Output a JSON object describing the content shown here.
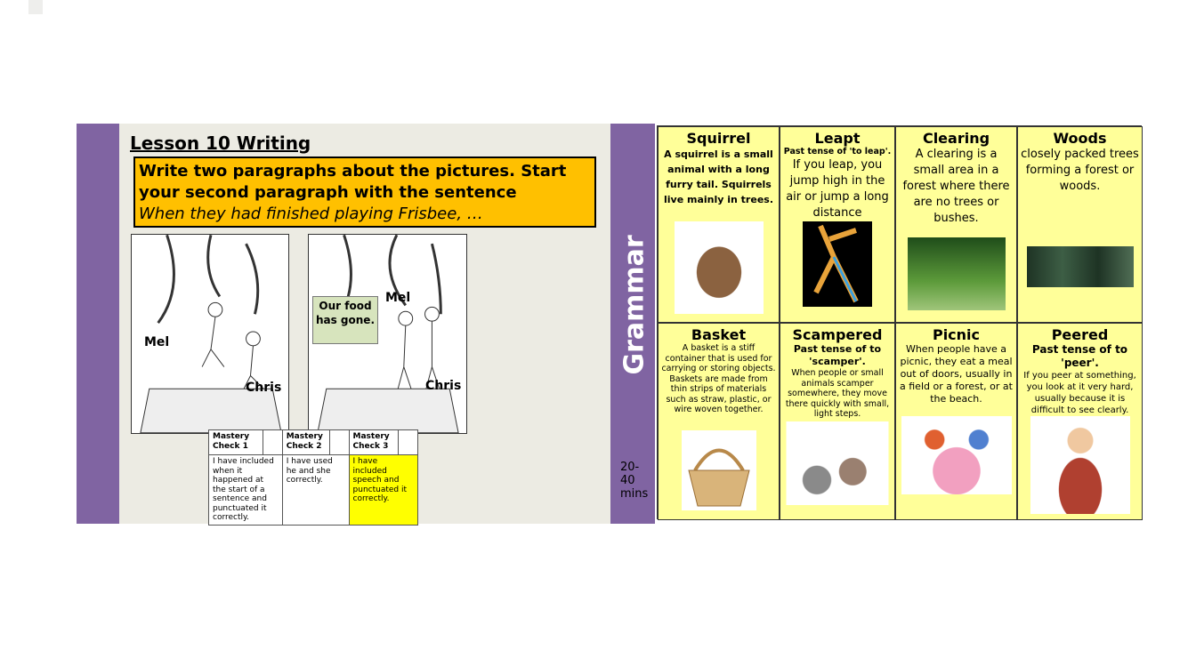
{
  "left_slide": {
    "title": "Lesson 10 Writing",
    "task_line1": "Write two paragraphs about the pictures.  Start your second paragraph with the sentence",
    "task_line2": "When they had finished playing Frisbee, …",
    "picture1_labels": [
      "Mel",
      "Chris"
    ],
    "picture2_labels": [
      "Mel",
      "Chris"
    ],
    "speech_bubble": "Our food has gone.",
    "mastery": [
      {
        "header": "Mastery Check 1",
        "text": "I have included when it happened at the start of a sentence and punctuated it correctly."
      },
      {
        "header": "Mastery Check 2",
        "text": "I have used he and she correctly."
      },
      {
        "header": "Mastery Check 3",
        "text": "I have included speech and punctuated it correctly."
      }
    ],
    "duration": "20-40 mins"
  },
  "right_slide": {
    "sidebar_title": "Grammar",
    "words": [
      {
        "word": "Squirrel",
        "def": "A squirrel is a small animal with a long furry tail. Squirrels live mainly in trees."
      },
      {
        "word": "Leapt",
        "sub": "Past tense of 'to leap'.",
        "def": "If you leap, you jump high in the air or jump a long distance"
      },
      {
        "word": "Clearing",
        "def": "A clearing is a small area in a forest where there are no trees or bushes."
      },
      {
        "word": "Woods",
        "def": "closely packed trees forming a forest or woods."
      },
      {
        "word": "Basket",
        "def": "A basket is a stiff container that is used for carrying or storing objects. Baskets are made from thin strips of materials such as straw, plastic, or wire woven together."
      },
      {
        "word": "Scampered",
        "sub": "Past tense of to 'scamper'.",
        "def": "When people or small animals scamper somewhere, they move there quickly with small, light steps."
      },
      {
        "word": "Picnic",
        "def": "When people have a picnic, they eat a meal out of doors, usually in a field or a forest, or at the beach."
      },
      {
        "word": "Peered",
        "sub": "Past tense of to 'peer'.",
        "def": "If you peer at something, you look at it very hard, usually because it is difficult to see clearly."
      }
    ]
  },
  "colors": {
    "purple": "#8064a2",
    "orange": "#ffc000",
    "yellow_cell": "#ffff99",
    "highlight": "#ffff00"
  }
}
